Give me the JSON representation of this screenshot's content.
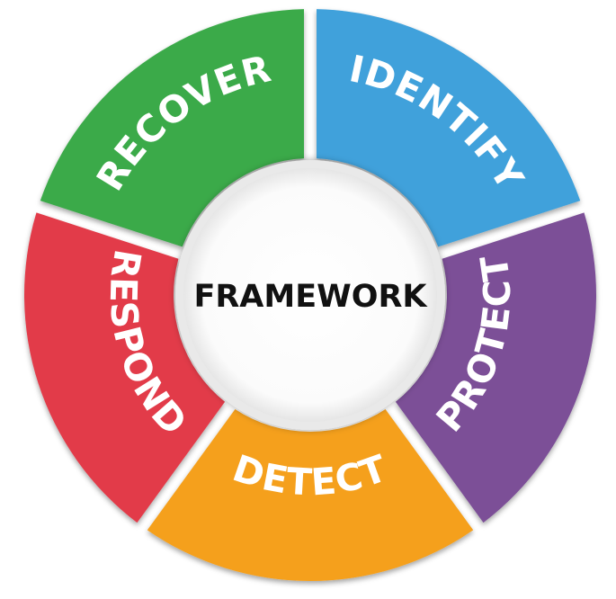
{
  "center": {
    "label": "FRAMEWORK"
  },
  "segments": [
    {
      "key": "identify",
      "label": "IDENTIFY",
      "color": "#3fa1db",
      "shade": "#2f86bd"
    },
    {
      "key": "protect",
      "label": "PROTECT",
      "color": "#7b4f97",
      "shade": "#623c7c"
    },
    {
      "key": "detect",
      "label": "DETECT",
      "color": "#f5a01f",
      "shade": "#d98510"
    },
    {
      "key": "respond",
      "label": "RESPOND",
      "color": "#e23b48",
      "shade": "#c42a37"
    },
    {
      "key": "recover",
      "label": "RECOVER",
      "color": "#3aaa4a",
      "shade": "#2a8f39"
    }
  ]
}
